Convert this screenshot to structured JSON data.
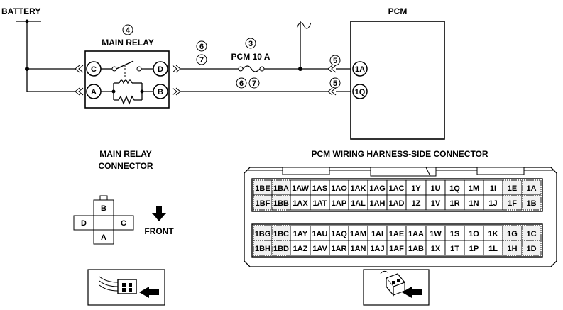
{
  "labels": {
    "battery": "BATTERY",
    "pcm": "PCM",
    "main_relay_num": "4",
    "main_relay": "MAIN RELAY",
    "fuse_num": "3",
    "fuse": "PCM 10 A",
    "wire_top_6": "6",
    "wire_top_7": "7",
    "wire_bot_6": "6",
    "wire_bot_7": "7",
    "pcm_pin_num_top": "5",
    "pcm_pin_num_bot": "5",
    "main_relay_connector_line1": "MAIN RELAY",
    "main_relay_connector_line2": "CONNECTOR",
    "front": "FRONT",
    "pcm_connector_title": "PCM WIRING HARNESS-SIDE CONNECTOR"
  },
  "relay_terminals": {
    "c": "C",
    "d": "D",
    "a": "A",
    "b": "B"
  },
  "pcm_pins": {
    "top": "1A",
    "bottom": "1Q"
  },
  "relay_connector": {
    "top": "B",
    "left": "D",
    "right": "C",
    "bottom": "A"
  },
  "pcm_connector": {
    "upper_rows": [
      [
        "1BE",
        "1BA",
        "1AW",
        "1AS",
        "1AO",
        "1AK",
        "1AG",
        "1AC",
        "1Y",
        "1U",
        "1Q",
        "1M",
        "1I",
        "1E",
        "1A"
      ],
      [
        "1BF",
        "1BB",
        "1AX",
        "1AT",
        "1AP",
        "1AL",
        "1AH",
        "1AD",
        "1Z",
        "1V",
        "1R",
        "1N",
        "1J",
        "1F",
        "1B"
      ]
    ],
    "lower_rows": [
      [
        "1BG",
        "1BC",
        "1AY",
        "1AU",
        "1AQ",
        "1AM",
        "1AI",
        "1AE",
        "1AA",
        "1W",
        "1S",
        "1O",
        "1K",
        "1G",
        "1C"
      ],
      [
        "1BH",
        "1BD",
        "1AZ",
        "1AV",
        "1AR",
        "1AN",
        "1AJ",
        "1AF",
        "1AB",
        "1X",
        "1T",
        "1P",
        "1L",
        "1H",
        "1D"
      ]
    ]
  }
}
